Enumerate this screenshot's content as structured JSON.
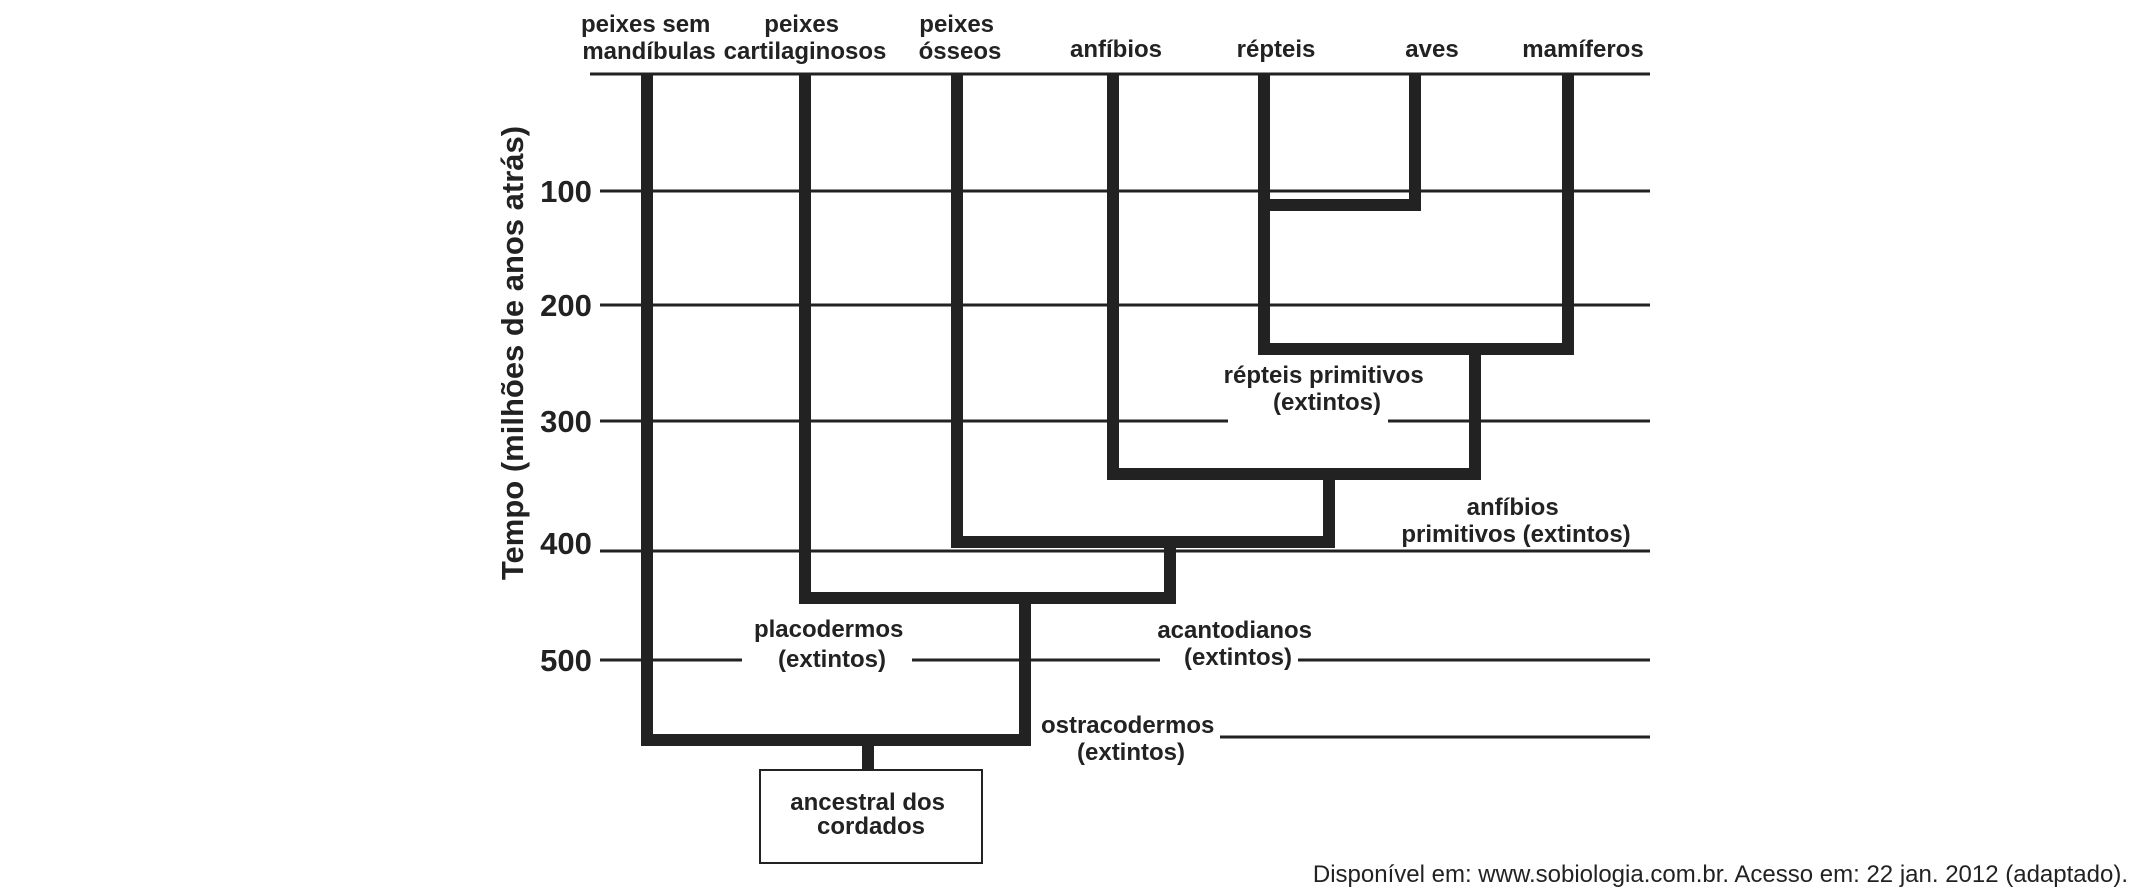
{
  "axis": {
    "title": "Tempo (milhões de anos atrás)",
    "ticks": [
      "100",
      "200",
      "300",
      "400",
      "500"
    ]
  },
  "taxa": {
    "jawless": [
      "peixes sem",
      "mandíbulas"
    ],
    "cartilaginous": [
      "peixes",
      "cartilaginosos"
    ],
    "bony": [
      "peixes",
      "ósseos"
    ],
    "amphibians": [
      "anfíbios"
    ],
    "reptiles": [
      "répteis"
    ],
    "birds": [
      "aves"
    ],
    "mammals": [
      "mamíferos"
    ]
  },
  "extinct_groups": {
    "primitive_reptiles": [
      "répteis primitivos",
      "(extintos)"
    ],
    "primitive_amphibians": [
      "anfíbios",
      "primitivos (extintos)"
    ],
    "placoderms": [
      "placodermos",
      "(extintos)"
    ],
    "acanthodians": [
      "acantodianos",
      "(extintos)"
    ],
    "ostracoderms": [
      "ostracodermos",
      "(extintos)"
    ]
  },
  "ancestor": [
    "ancestral dos",
    "cordados"
  ],
  "source": "Disponível em: www.sobiologia.com.br. Acesso em: 22 jan. 2012 (adaptado).",
  "colors": {
    "line": "#222222",
    "background": "#ffffff"
  }
}
